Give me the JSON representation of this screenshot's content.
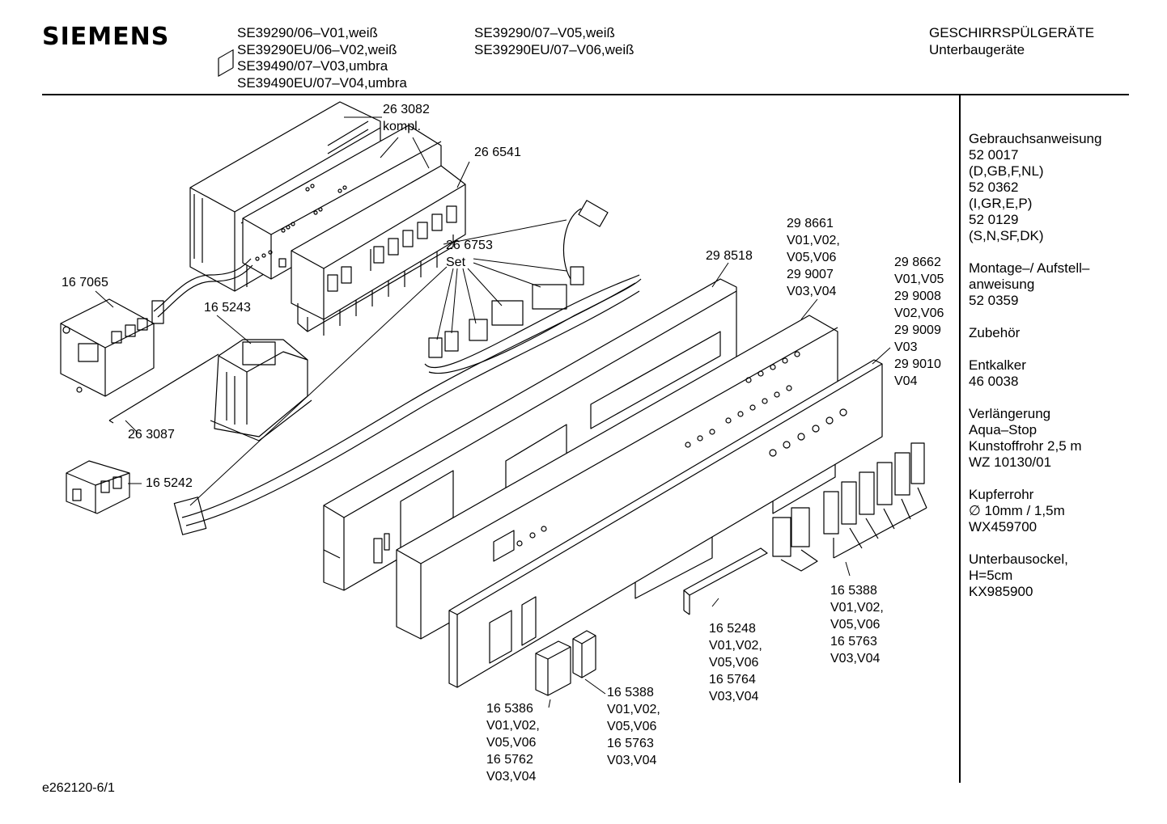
{
  "header": {
    "brand": "SIEMENS",
    "models_col1": [
      "SE39290/06–V01,weiß",
      "SE39290EU/06–V02,weiß",
      "SE39490/07–V03,umbra",
      "SE39490EU/07–V04,umbra"
    ],
    "models_col2": [
      "SE39290/07–V05,weiß",
      "SE39290EU/07–V06,weiß"
    ],
    "category": "GESCHIRRSPÜLGERÄTE",
    "subcategory": "Unterbaugeräte"
  },
  "sidebar": [
    "Gebrauchsanweisung",
    "52 0017",
    "(D,GB,F,NL)",
    "52 0362",
    "(I,GR,E,P)",
    "52 0129",
    "(S,N,SF,DK)",
    "",
    "Montage–/ Aufstell–",
    "anweisung",
    "52 0359",
    "",
    "Zubehör",
    "",
    "Entkalker",
    "46 0038",
    "",
    "Verlängerung",
    "Aqua–Stop",
    "Kunstoffrohr 2,5 m",
    "WZ 10130/01",
    "",
    "Kupferrohr",
    "∅ 10mm / 1,5m",
    "WX459700",
    "",
    "Unterbausockel,",
    "H=5cm",
    "KX985900"
  ],
  "labels": {
    "p263082": "26 3082\nkompl.",
    "p266541": "26 6541",
    "p167065": "16 7065",
    "p266753": "26 6753\nSet",
    "p298518": "29 8518",
    "p298661": "29 8661\nV01,V02,\nV05,V06\n29 9007\nV03,V04",
    "p298662": "29 8662\nV01,V05\n29 9008\nV02,V06\n29 9009\nV03\n29 9010\nV04",
    "p165243": "16 5243",
    "p263087": "26 3087",
    "p165242": "16 5242",
    "p165248": "16 5248\nV01,V02,\nV05,V06\n16 5764\nV03,V04",
    "p165388a": "16 5388\nV01,V02,\nV05,V06\n16 5763\nV03,V04",
    "p165386": "16 5386\nV01,V02,\nV05,V06\n16 5762\nV03,V04",
    "p165388b": "16 5388\nV01,V02,\nV05,V06\n16 5763\nV03,V04"
  },
  "footer": "e262120-6/1"
}
